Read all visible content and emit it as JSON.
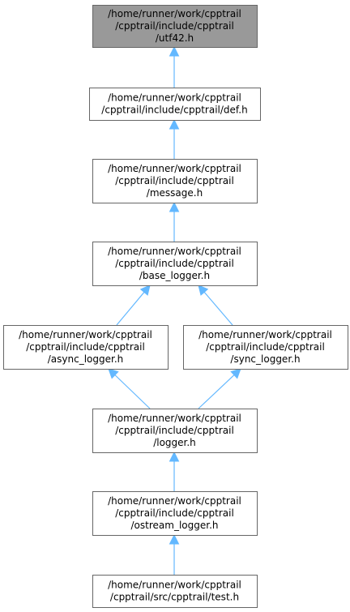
{
  "nodes": [
    {
      "id": "utf42",
      "lines": [
        "/home/runner/work/cpptrail",
        "/cpptrail/include/cpptrail",
        "/utf42.h"
      ],
      "current": true
    },
    {
      "id": "def",
      "lines": [
        "/home/runner/work/cpptrail",
        "/cpptrail/include/cpptrail/def.h"
      ],
      "current": false
    },
    {
      "id": "message",
      "lines": [
        "/home/runner/work/cpptrail",
        "/cpptrail/include/cpptrail",
        "/message.h"
      ],
      "current": false
    },
    {
      "id": "base_logger",
      "lines": [
        "/home/runner/work/cpptrail",
        "/cpptrail/include/cpptrail",
        "/base_logger.h"
      ],
      "current": false
    },
    {
      "id": "async_logger",
      "lines": [
        "/home/runner/work/cpptrail",
        "/cpptrail/include/cpptrail",
        "/async_logger.h"
      ],
      "current": false
    },
    {
      "id": "sync_logger",
      "lines": [
        "/home/runner/work/cpptrail",
        "/cpptrail/include/cpptrail",
        "/sync_logger.h"
      ],
      "current": false
    },
    {
      "id": "logger",
      "lines": [
        "/home/runner/work/cpptrail",
        "/cpptrail/include/cpptrail",
        "/logger.h"
      ],
      "current": false
    },
    {
      "id": "ostream_logger",
      "lines": [
        "/home/runner/work/cpptrail",
        "/cpptrail/include/cpptrail",
        "/ostream_logger.h"
      ],
      "current": false
    },
    {
      "id": "test",
      "lines": [
        "/home/runner/work/cpptrail",
        "/cpptrail/src/cpptrail/test.h"
      ],
      "current": false
    }
  ],
  "edges": [
    {
      "from": "def",
      "to": "utf42"
    },
    {
      "from": "message",
      "to": "def"
    },
    {
      "from": "base_logger",
      "to": "message"
    },
    {
      "from": "async_logger",
      "to": "base_logger"
    },
    {
      "from": "sync_logger",
      "to": "base_logger"
    },
    {
      "from": "logger",
      "to": "async_logger"
    },
    {
      "from": "logger",
      "to": "sync_logger"
    },
    {
      "from": "ostream_logger",
      "to": "logger"
    },
    {
      "from": "test",
      "to": "ostream_logger"
    }
  ],
  "colors": {
    "edge": "#63b8ff",
    "box_border": "#666666",
    "current_fill": "#999999",
    "box_fill": "#ffffff"
  }
}
